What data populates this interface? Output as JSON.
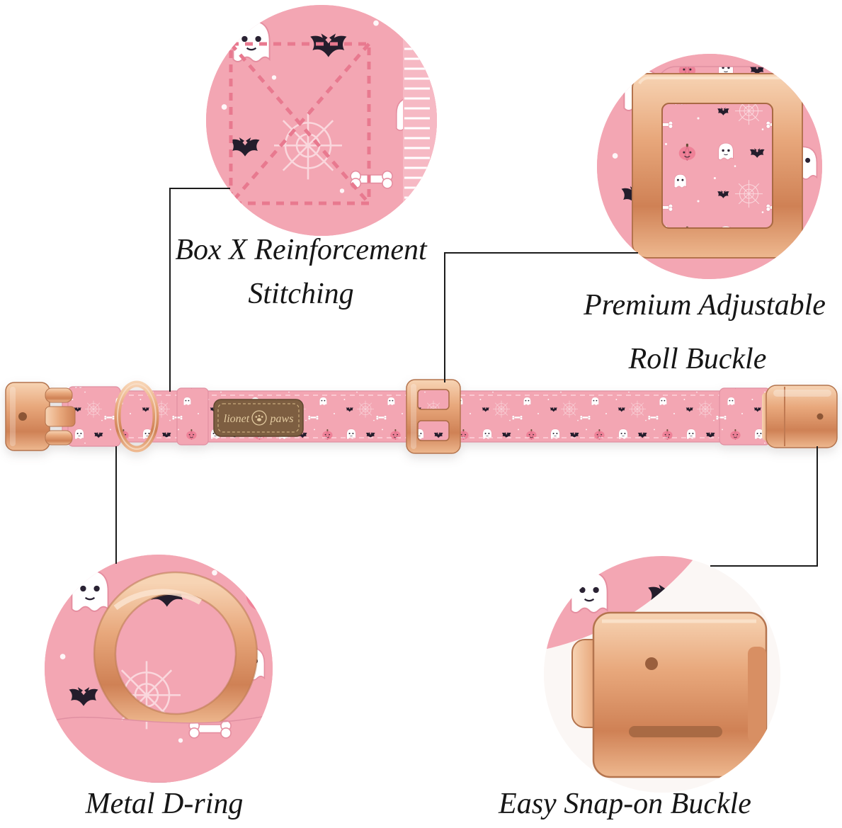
{
  "product": {
    "callouts": {
      "stitching": {
        "line1": "Box X Reinforcement",
        "line2": "Stitching"
      },
      "roll_buckle": {
        "line1": "Premium Adjustable",
        "line2": "Roll Buckle"
      },
      "d_ring": {
        "label": "Metal D-ring"
      },
      "snap_buckle": {
        "label": "Easy Snap-on Buckle"
      }
    },
    "collar_tag": {
      "brand_left": "lionet",
      "brand_right": "paws"
    }
  },
  "colors": {
    "background": "#ffffff",
    "fabric_pink": "#f3a6b3",
    "fabric_print_pink": "#ef8298",
    "print_dark": "#241d2c",
    "rose_gold_light": "#f7d4b4",
    "rose_gold": "#e8a87c",
    "rose_gold_dark": "#cf8155",
    "leader_line": "#1c1c1c",
    "tag_leather": "#7d5e41",
    "tag_text": "#e3cba0"
  }
}
